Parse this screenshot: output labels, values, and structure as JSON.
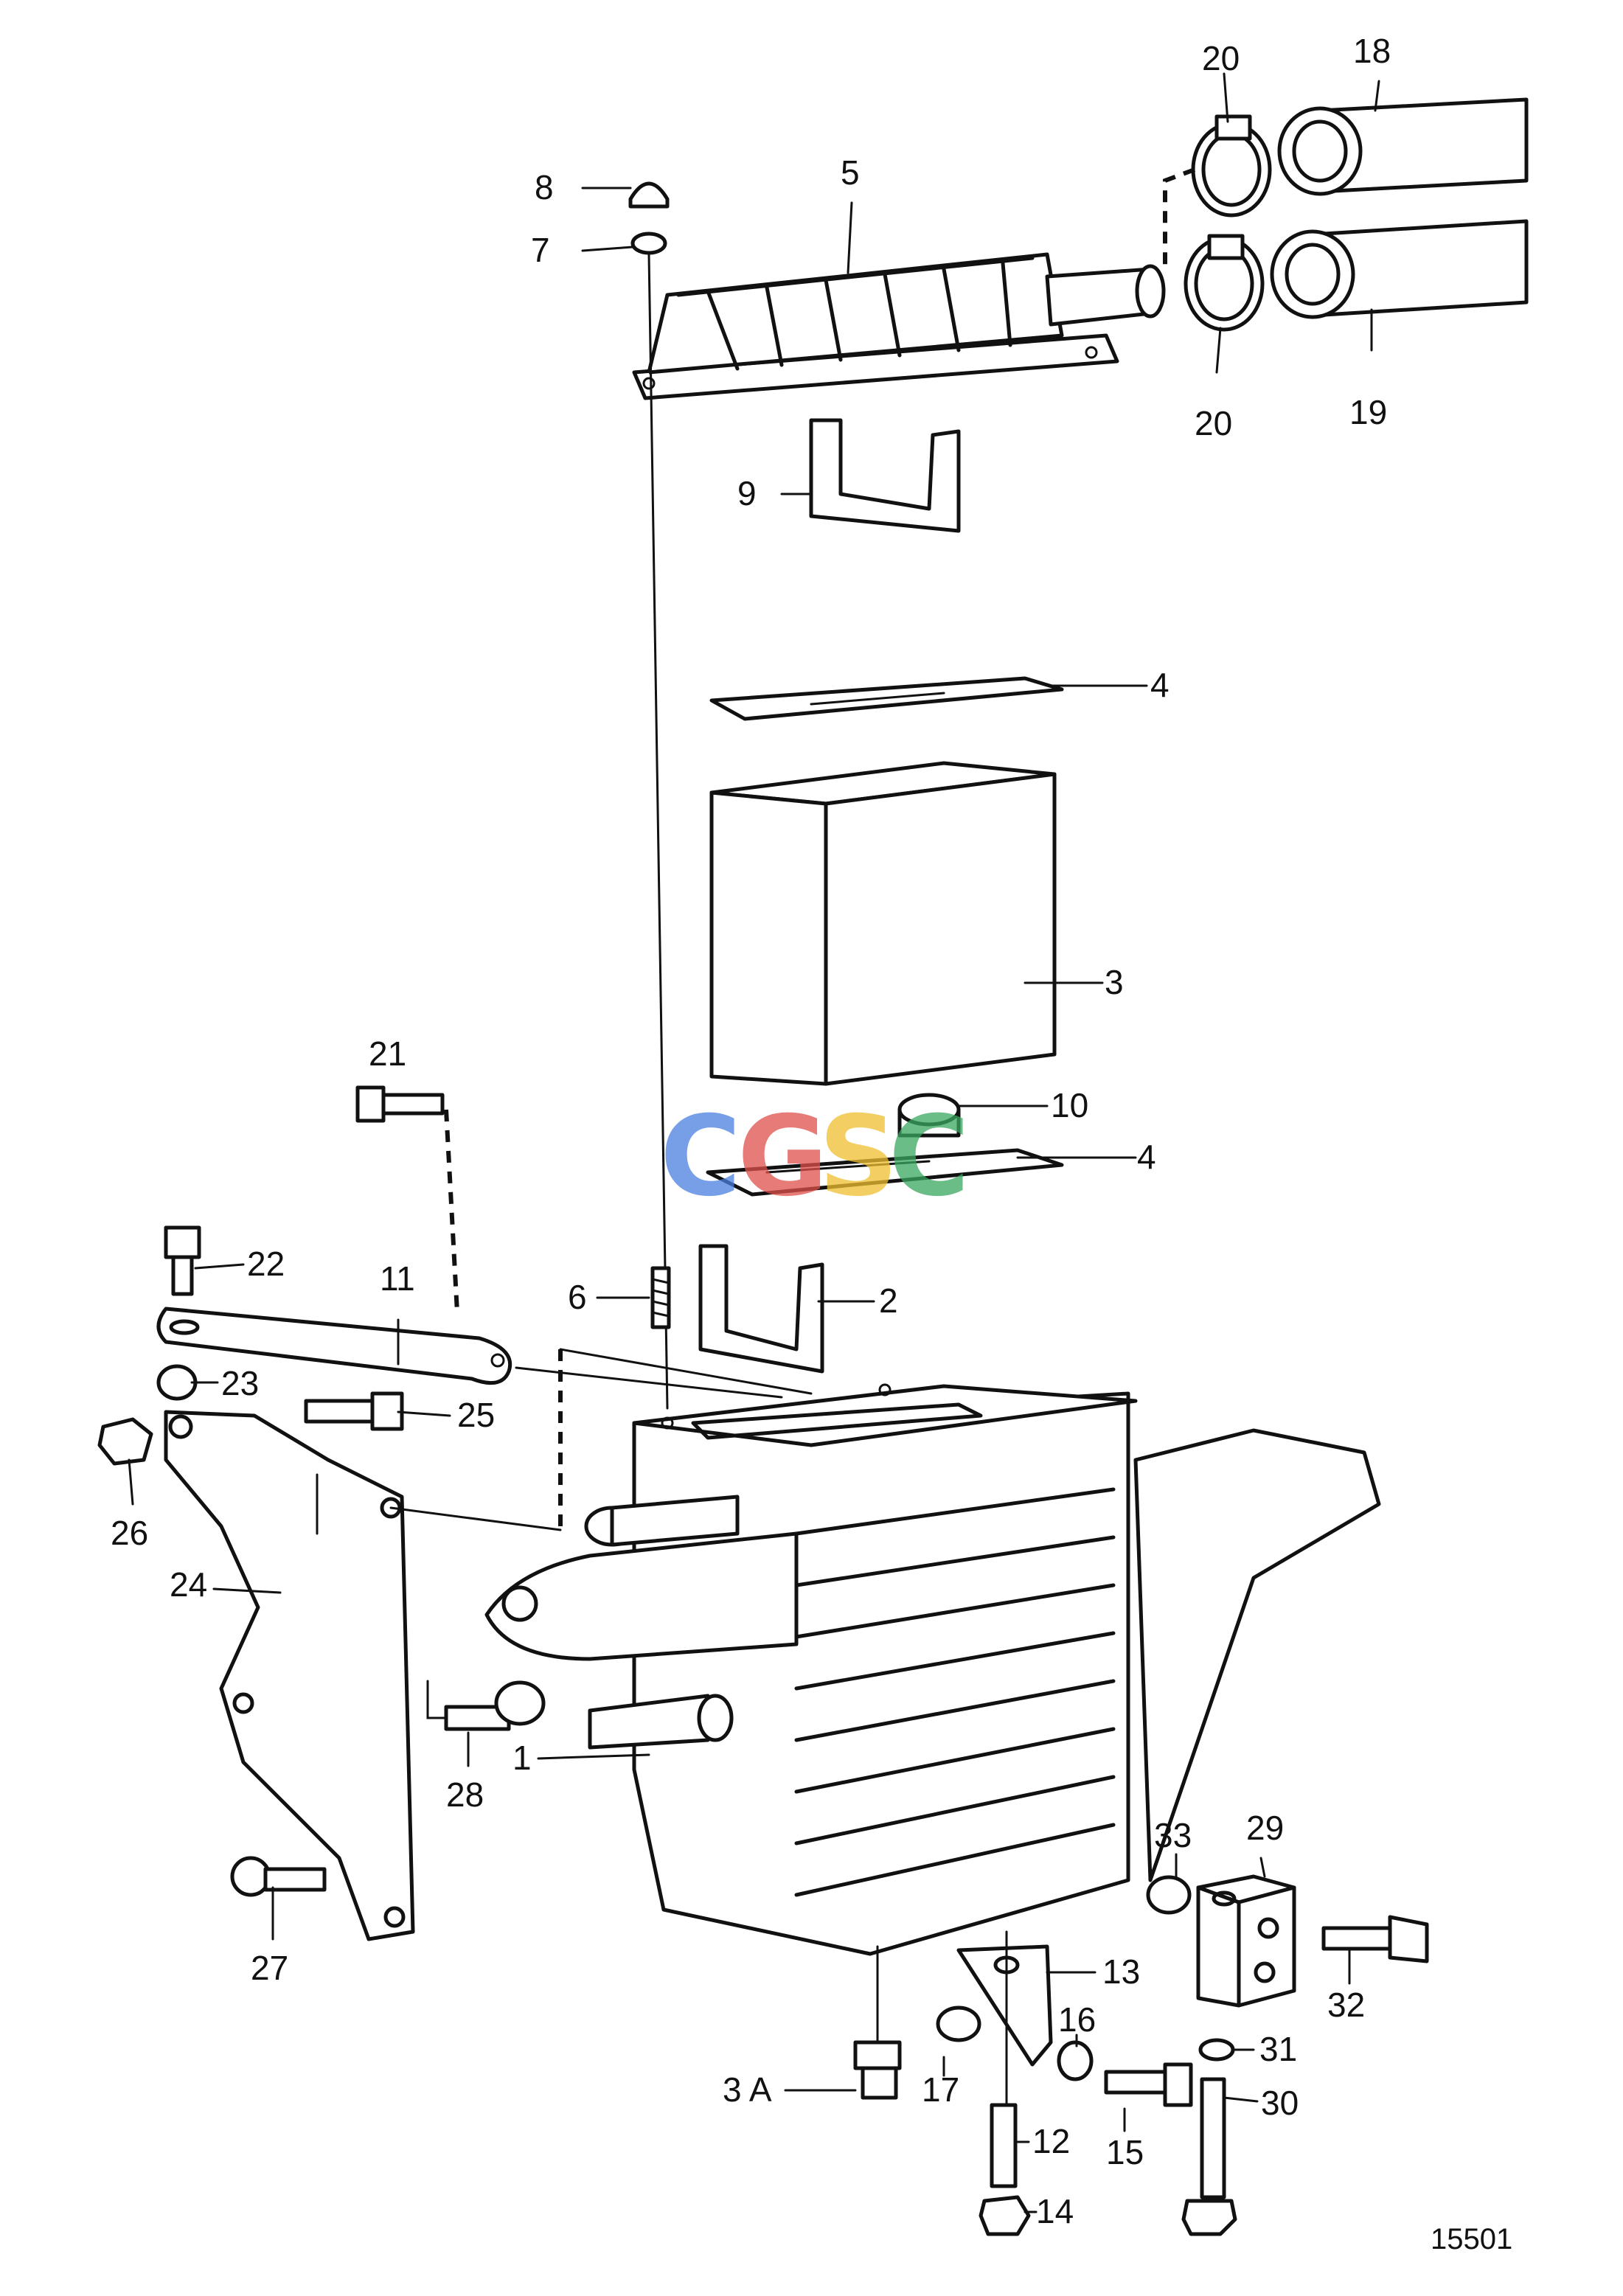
{
  "drawing_number": "15501",
  "watermark": {
    "letters": [
      "C",
      "G",
      "S",
      "C"
    ],
    "colors": [
      "#4a7fe0",
      "#e0504a",
      "#f0c030",
      "#3aa860"
    ]
  },
  "callouts": {
    "c1": "1",
    "c2": "2",
    "c3": "3",
    "c3a": "3 A",
    "c4a": "4",
    "c4b": "4",
    "c5": "5",
    "c6": "6",
    "c7": "7",
    "c8": "8",
    "c9": "9",
    "c10": "10",
    "c11": "11",
    "c12": "12",
    "c13": "13",
    "c14": "14",
    "c15": "15",
    "c16": "16",
    "c17": "17",
    "c18": "18",
    "c19": "19",
    "c20a": "20",
    "c20b": "20",
    "c21": "21",
    "c22": "22",
    "c23": "23",
    "c24": "24",
    "c25": "25",
    "c26": "26",
    "c27": "27",
    "c28": "28",
    "c29": "29",
    "c30": "30",
    "c31": "31",
    "c32": "32",
    "c33": "33"
  }
}
